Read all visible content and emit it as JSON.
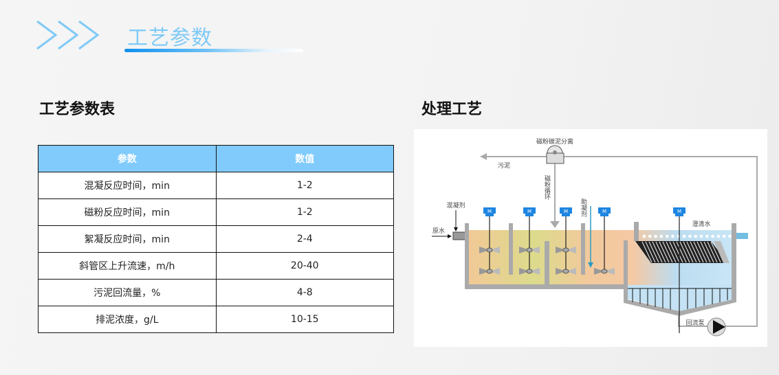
{
  "header": {
    "title": "工艺参数"
  },
  "left": {
    "title": "工艺参数表",
    "table": {
      "headers": [
        "参数",
        "数值"
      ],
      "rows": [
        [
          "混凝反应时间，min",
          "1-2"
        ],
        [
          "磁粉反应时间，min",
          "1-2"
        ],
        [
          "絮凝反应时间，min",
          "2-4"
        ],
        [
          "斜管区上升流速，m/h",
          "20-40"
        ],
        [
          "污泥回流量，%",
          "4-8"
        ],
        [
          "排泥浓度，g/L",
          "10-15"
        ]
      ]
    }
  },
  "right": {
    "title": "处理工艺",
    "diagram": {
      "separator": "磁粉碳泥分离",
      "sludge": "污泥",
      "circulation": "磁粉循环",
      "coagulant": "混凝剂",
      "raw_water": "原水",
      "flocculant_aid": "助凝剂",
      "clear_water": "澄清水",
      "return_pump": "回流泵",
      "motor": "M"
    }
  },
  "colors": {
    "accent": "#7fcaf7",
    "table_header": "#80cbfb"
  }
}
